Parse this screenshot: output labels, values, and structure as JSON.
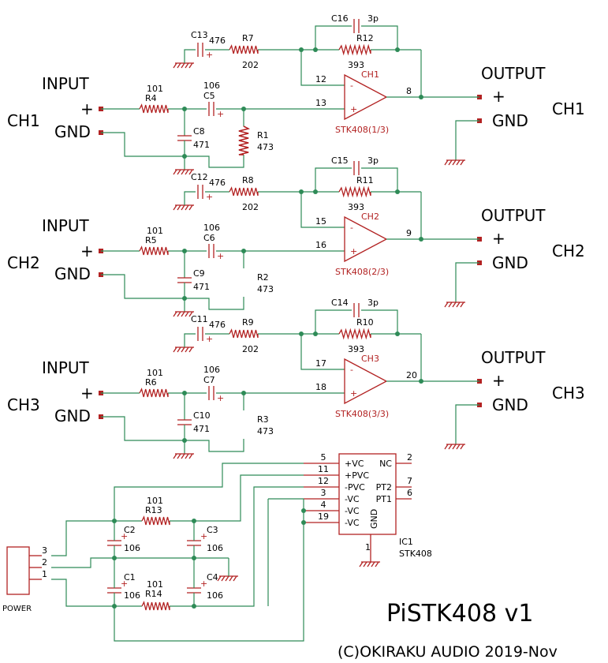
{
  "channels": [
    {
      "input_label": "INPUT",
      "plus": "+",
      "gnd": "GND",
      "ch": "CH1",
      "out_label": "OUTPUT",
      "out_plus": "+",
      "out_gnd": "GND",
      "out_ch": "CH1",
      "r_in_val": "101",
      "r_in_ref": "R4",
      "c_in_val": "106",
      "c_in_ref": "C5",
      "c_sh_ref": "C8",
      "c_sh_val": "471",
      "r_sh_ref": "R1",
      "r_sh_val": "473",
      "c_fb_ref": "C13",
      "c_fb_val": "476",
      "r_g_ref": "R7",
      "r_g_val": "202",
      "c_hf_ref": "C16",
      "c_hf_val": "3p",
      "r_f_ref": "R12",
      "r_f_val": "393",
      "pin_neg": "12",
      "pin_pos": "13",
      "pin_out": "8",
      "amp_name": "CH1",
      "amp_part": "STK408(1/3)"
    },
    {
      "input_label": "INPUT",
      "plus": "+",
      "gnd": "GND",
      "ch": "CH2",
      "out_label": "OUTPUT",
      "out_plus": "+",
      "out_gnd": "GND",
      "out_ch": "CH2",
      "r_in_val": "101",
      "r_in_ref": "R5",
      "c_in_val": "106",
      "c_in_ref": "C6",
      "c_sh_ref": "C9",
      "c_sh_val": "471",
      "r_sh_ref": "R2",
      "r_sh_val": "473",
      "c_fb_ref": "C12",
      "c_fb_val": "476",
      "r_g_ref": "R8",
      "r_g_val": "202",
      "c_hf_ref": "C15",
      "c_hf_val": "3p",
      "r_f_ref": "R11",
      "r_f_val": "393",
      "pin_neg": "15",
      "pin_pos": "16",
      "pin_out": "9",
      "amp_name": "CH2",
      "amp_part": "STK408(2/3)"
    },
    {
      "input_label": "INPUT",
      "plus": "+",
      "gnd": "GND",
      "ch": "CH3",
      "out_label": "OUTPUT",
      "out_plus": "+",
      "out_gnd": "GND",
      "out_ch": "CH3",
      "r_in_val": "101",
      "r_in_ref": "R6",
      "c_in_val": "106",
      "c_in_ref": "C7",
      "c_sh_ref": "C10",
      "c_sh_val": "471",
      "r_sh_ref": "R3",
      "r_sh_val": "473",
      "c_fb_ref": "C11",
      "c_fb_val": "476",
      "r_g_ref": "R9",
      "r_g_val": "202",
      "c_hf_ref": "C14",
      "c_hf_val": "3p",
      "r_f_ref": "R10",
      "r_f_val": "393",
      "pin_neg": "17",
      "pin_pos": "18",
      "pin_out": "20",
      "amp_name": "CH3",
      "amp_part": "STK408(3/3)"
    }
  ],
  "ic": {
    "ref": "IC1",
    "part": "STK408",
    "left_pins": [
      {
        "num": "5",
        "name": "+VC"
      },
      {
        "num": "11",
        "name": "+PVC"
      },
      {
        "num": "12",
        "name": "-PVC"
      },
      {
        "num": "3",
        "name": "-VC"
      },
      {
        "num": "4",
        "name": "-VC"
      },
      {
        "num": "19",
        "name": "-VC"
      }
    ],
    "right_pins": [
      {
        "num": "2",
        "name": "NC"
      },
      {
        "num": "7",
        "name": "PT2"
      },
      {
        "num": "6",
        "name": "PT1"
      }
    ],
    "gnd_name": "GND",
    "gnd_pin": "1"
  },
  "power": {
    "label": "POWER",
    "pins": [
      "3",
      "2",
      "1"
    ],
    "r13_val": "101",
    "r13_ref": "R13",
    "r14_val": "101",
    "r14_ref": "R14",
    "c2_ref": "C2",
    "c2_val": "106",
    "c3_ref": "C3",
    "c3_val": "106",
    "c1_ref": "C1",
    "c1_val": "106",
    "c4_ref": "C4",
    "c4_val": "106"
  },
  "title": "PiSTK408 v1",
  "copyright": "(C)OKIRAKU AUDIO 2019-Nov"
}
